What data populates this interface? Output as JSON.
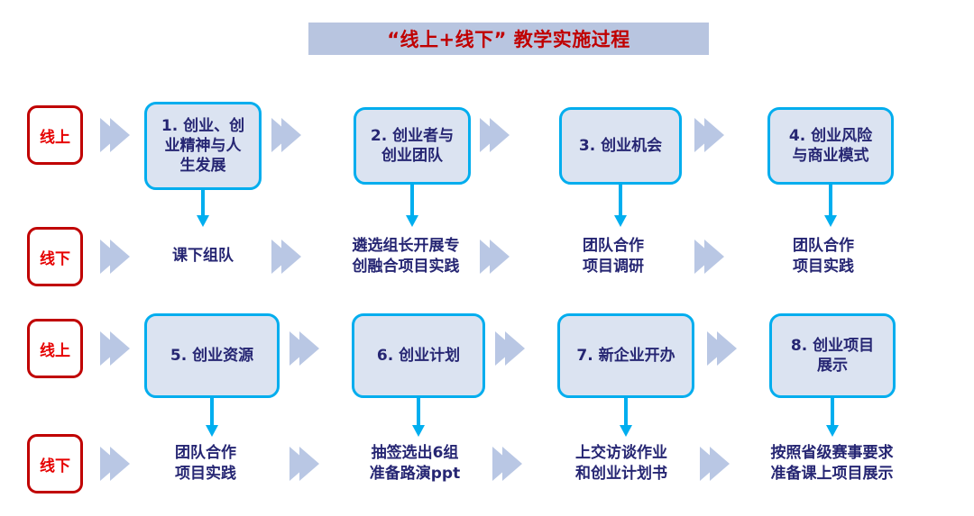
{
  "title": {
    "text": "“线上+线下” 教学实施过程",
    "bg_color": "#b8c5e0",
    "text_color": "#c00000"
  },
  "colors": {
    "box_border": "#00adee",
    "box_fill": "#dbe3f1",
    "box_text": "#262673",
    "label_border": "#c00000",
    "label_text": "#e60000",
    "chevron": "#b9c7e4",
    "connector": "#00aeef"
  },
  "rows": [
    {
      "type": "online",
      "label": "线上",
      "boxes": [
        {
          "text": "1. 创业、创\n业精神与人\n生发展"
        },
        {
          "text": "2. 创业者与\n创业团队"
        },
        {
          "text": "3. 创业机会"
        },
        {
          "text": "4. 创业风险\n与商业模式"
        }
      ]
    },
    {
      "type": "offline",
      "label": "线下",
      "items": [
        {
          "text": "课下组队"
        },
        {
          "text": "遴选组长开展专\n创融合项目实践"
        },
        {
          "text": "团队合作\n项目调研"
        },
        {
          "text": "团队合作\n项目实践"
        }
      ]
    },
    {
      "type": "online",
      "label": "线上",
      "boxes": [
        {
          "text": "5. 创业资源"
        },
        {
          "text": "6. 创业计划"
        },
        {
          "text": "7. 新企业开办"
        },
        {
          "text": "8. 创业项目\n展示"
        }
      ]
    },
    {
      "type": "offline",
      "label": "线下",
      "items": [
        {
          "text": "团队合作\n项目实践"
        },
        {
          "text": "抽签选出6组\n准备路演ppt"
        },
        {
          "text": "上交访谈作业\n和创业计划书"
        },
        {
          "text": "按照省级赛事要求\n准备课上项目展示"
        }
      ]
    }
  ]
}
